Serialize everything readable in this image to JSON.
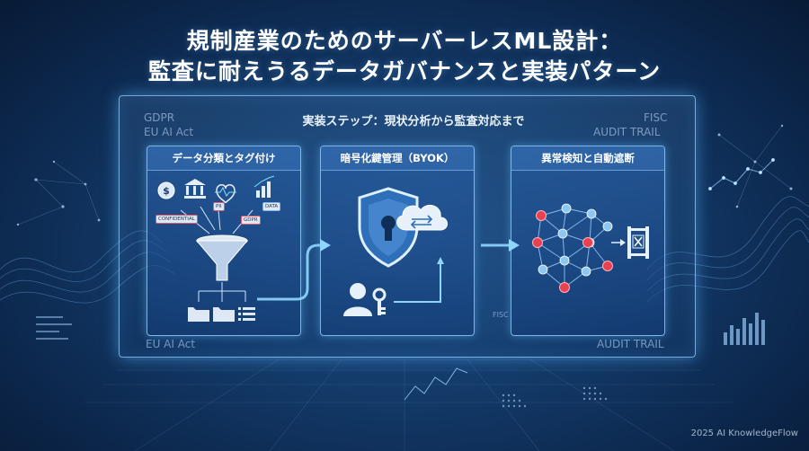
{
  "title": {
    "line1": "規制産業のためのサーバーレスML設計：",
    "line2": "監査に耐えうるデータガバナンスと実装パターン"
  },
  "board": {
    "step_title": "実装ステップ：現状分析から監査対応まで",
    "corner_top_left_1": "GDPR",
    "corner_top_left_2": "EU AI Act",
    "corner_top_right_1": "FISC",
    "corner_top_right_2": "AUDIT TRAIL",
    "corner_bottom_left": "EU AI Act",
    "corner_bottom_right": "AUDIT TRAIL",
    "corner_mid_fisc": "FISC"
  },
  "panels": [
    {
      "title": "データ分類とタグ付け",
      "tags": [
        "CONFIDENTIAL",
        "PII",
        "GDPR",
        "DATA"
      ]
    },
    {
      "title": "暗号化鍵管理（BYOK）"
    },
    {
      "title": "異常検知と自動遮断"
    }
  ],
  "footer": "2025 AI KnowledgeFlow",
  "colors": {
    "background": "#123866",
    "glow": "#8fd0ff",
    "alert": "#e8414f",
    "node": "#8cc8f0"
  },
  "icons": [
    "dollar-icon",
    "bank-icon",
    "heart-pulse-icon",
    "bar-chart-icon",
    "funnel-icon",
    "folder-icon",
    "list-icon",
    "shield-lock-icon",
    "cloud-sync-icon",
    "user-key-icon",
    "network-icon",
    "blocked-gate-icon"
  ]
}
